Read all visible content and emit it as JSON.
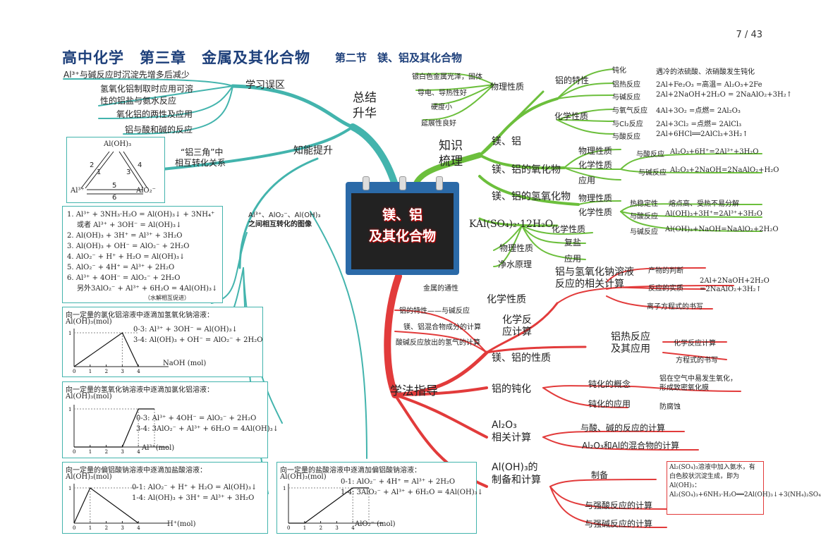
{
  "page_number": "7 / 43",
  "header": {
    "title": "高中化学　第三章　金属及其化合物",
    "subtitle": "第二节　镁、铝及其化合物"
  },
  "center": {
    "line1": "镁、铝",
    "line2": "及其化合物"
  },
  "summary": {
    "hub": "总结\n升华",
    "mistakes": {
      "label": "学习误区",
      "items": [
        "Al³⁺与碱反应时沉淀先增多后减少",
        "氢氧化铝制取时应用可溶",
        "性的铝盐与氨水反应",
        "氧化铝的两性及应用",
        "铝与酸和碱的反应"
      ]
    },
    "ability": {
      "label": "知能提升",
      "triangle_label": "“铝三角”中",
      "triangle_label2": "相互转化关系",
      "graph_label": "Al³⁺、AlO₂⁻、Al(OH)₃",
      "graph_label2": "之间相互转化的图像"
    },
    "triangle": {
      "top": "Al(OH)₃",
      "left": "Al³⁺",
      "right": "AlO₂⁻",
      "n1": "1",
      "n2": "2",
      "n3": "3",
      "n4": "4",
      "n5": "5",
      "n6": "6"
    },
    "equations": [
      "1. Al³⁺ + 3NH₃·H₂O = Al(OH)₃↓ + 3NH₄⁺",
      "或者 Al³⁺ + 3OH⁻ = Al(OH)₃↓",
      "2. Al(OH)₃ + 3H⁺ = Al³⁺ + 3H₂O",
      "3. Al(OH)₃ + OH⁻ = AlO₂⁻ + 2H₂O",
      "4. AlO₂⁻ + H⁺ + H₂O = Al(OH)₃↓",
      "5. AlO₂⁻ + 4H⁺ = Al³⁺ + 2H₂O",
      "6. Al³⁺ + 4OH⁻ = AlO₂⁻ + 2H₂O",
      "另外3AlO₂⁻ + Al³⁺ + 6H₂O = 4Al(OH)₃↓",
      "（水解相互促进）"
    ]
  },
  "charts": [
    {
      "caption": "向一定量的氯化铝溶液中逐滴加氢氧化钠溶液：",
      "ylabel": "Al(OH)₃(mol)",
      "xlabel": "NaOH (mol)",
      "eq1": "0-3: Al³⁺ + 3OH⁻ = Al(OH)₃↓",
      "eq2": "3-4: Al(OH)₃ + OH⁻ = AlO₂⁻ + 2H₂O"
    },
    {
      "caption": "向一定量的氢氧化钠溶液中逐滴加氯化铝溶液：",
      "ylabel": "Al(OH)₃(mol)",
      "xlabel": "Al³⁺(mol)",
      "eq1": "0-3: Al³⁺ + 4OH⁻ = AlO₂⁻ + 2H₂O",
      "eq2": "3-4: 3AlO₂⁻ + Al³⁺ + 6H₂O = 4Al(OH)₃↓"
    },
    {
      "caption": "向一定量的偏铝酸钠溶液中逐滴加盐酸溶液：",
      "ylabel": "Al(OH)₃(mol)",
      "xlabel": "H⁺(mol)",
      "eq1": "0-1: AlO₂⁻ + H⁺ + H₂O = Al(OH)₃↓",
      "eq2": "1-4: Al(OH)₃ + 3H⁺ = Al³⁺ + 3H₂O"
    },
    {
      "caption": "向一定量的盐酸溶液中逐滴加偏铝酸钠溶液：",
      "ylabel": "Al(OH)₃(mol)",
      "xlabel": "AlO₂⁻ (mol)",
      "eq1": "0-1: AlO₂⁻ + 4H⁺ = Al³⁺ + 2H₂O",
      "eq2": "1-4: 3AlO₂⁻ + Al³⁺ + 6H₂O = 4Al(OH)₃↓"
    }
  ],
  "chart_data": [
    {
      "type": "line",
      "x": [
        0,
        3,
        4
      ],
      "y": [
        0,
        1,
        0
      ],
      "xticks": [
        0,
        1,
        2,
        3,
        4
      ],
      "yticks": [
        1
      ]
    },
    {
      "type": "line",
      "x": [
        0,
        3,
        4,
        5
      ],
      "y": [
        0,
        0,
        1,
        1
      ],
      "xticks": [
        0,
        1,
        2,
        3,
        4
      ],
      "yticks": [
        1
      ]
    },
    {
      "type": "line",
      "x": [
        0,
        1,
        4
      ],
      "y": [
        0,
        1,
        0
      ],
      "xticks": [
        0,
        1,
        2,
        3,
        4
      ],
      "yticks": [
        1
      ]
    },
    {
      "type": "line",
      "x": [
        0,
        1,
        4,
        5
      ],
      "y": [
        0,
        0,
        1,
        1
      ],
      "xticks": [
        0,
        1,
        2,
        3,
        4
      ],
      "yticks": [
        1
      ]
    }
  ],
  "knowledge": {
    "hub": "知识\n梳理",
    "mg_al": {
      "label": "镁、铝",
      "physical": {
        "label": "物理性质",
        "items": [
          "银白色金属光泽，固体",
          "导电、导热性好",
          "硬度小",
          "延展性良好"
        ]
      },
      "al_special": {
        "label": "铝的特性",
        "items": [
          {
            "k": "钝化",
            "v": "遇冷的浓硫酸、浓硝酸发生钝化"
          },
          {
            "k": "铝热反应",
            "v": "2Al+Fe₂O₃ =高温= Al₂O₃+2Fe"
          },
          {
            "k": "与碱反应",
            "v": "2Al+2NaOH+2H₂O = 2NaAlO₂+3H₂↑"
          }
        ]
      },
      "chemical": {
        "label": "化学性质",
        "items": [
          {
            "k": "与氧气反应",
            "v": "4Al+3O₂ =点燃= 2Al₂O₃"
          },
          {
            "k": "与Cl₂反应",
            "v": "2Al+3Cl₂ =点燃= 2AlCl₃"
          },
          {
            "k": "与酸反应",
            "v": "2Al+6HCl══2AlCl₃+3H₂↑"
          }
        ]
      }
    },
    "oxide": {
      "label": "镁、铝的氧化物",
      "physical": "物理性质",
      "chemical": "化学性质",
      "use": "应用",
      "items": [
        {
          "k": "与酸反应",
          "v": "Al₂O₃+6H⁺=2Al³⁺+3H₂O"
        },
        {
          "k": "与碱反应",
          "v": "Al₂O₃+2NaOH=2NaAlO₂+H₂O"
        }
      ]
    },
    "hydroxide": {
      "label": "镁、铝的氢氧化物",
      "physical": "物理性质",
      "chemical": "化学性质",
      "items": [
        {
          "k": "热稳定性",
          "v": "熔点高、受热不易分解"
        },
        {
          "k": "与酸反应",
          "v": "Al(OH)₃+3H⁺=2Al³⁺+3H₂O"
        },
        {
          "k": "与碱反应",
          "v": "Al(OH)₃+NaOH=NaAlO₂+2H₂O"
        }
      ]
    },
    "alum": {
      "label": "KAl(SO₄)₂·12H₂O",
      "chemical": "化学性质",
      "double_salt": "复盐",
      "physical": "物理性质",
      "use": "应用",
      "purify": "净水原理"
    }
  },
  "method": {
    "hub": "学法指导",
    "props": {
      "label": "镁、铝的性质",
      "chem": {
        "label": "化学性质",
        "items": [
          "金属的通性",
          "铝的特性——与碱反应"
        ]
      },
      "calc": {
        "label": "化学反\n应计算",
        "items": [
          "镁、铝混合物成分的计算",
          "酸碱反应放出的氢气的计算"
        ]
      },
      "right": {
        "label": "铝与氢氧化钠溶液\n反应的相关计算",
        "items": [
          "产物的判断",
          "反应的实质",
          "离子方程式的书写"
        ],
        "essence": "2Al+2NaOH+2H₂O\n=2NaAlO₂+3H₂↑"
      },
      "thermite": {
        "label": "铝热反应\n及其应用",
        "items": [
          "化学反应计算",
          "方程式的书写"
        ]
      }
    },
    "passivation": {
      "label": "铝的钝化",
      "concept": "钝化的概念",
      "concept_desc": "铝在空气中易发生氧化，\n形成致密氧化膜",
      "application": "钝化的应用",
      "application_desc": "防腐蚀"
    },
    "al2o3": {
      "label": "Al₂O₃\n相关计算",
      "items": [
        "与酸、碱的反应的计算",
        "Al₂O₃和Al的混合物的计算"
      ]
    },
    "aloh3": {
      "label": "Al(OH)₃的\n制备和计算",
      "items": [
        "制备",
        "与强酸反应的计算",
        "与强碱反应的计算"
      ],
      "note": "Al₂(SO₄)₃溶液中加入氨水，有白色胶状沉淀生成，即为Al(OH)₃：Al₂(SO₄)₃+6NH₃·H₂O══2Al(OH)₃↓+3(NH₄)₂SO₄"
    }
  },
  "colors": {
    "teal": "#43b4ad",
    "green": "#6cbf3c",
    "red": "#e23b3b",
    "title_blue": "#1d3f7a"
  }
}
